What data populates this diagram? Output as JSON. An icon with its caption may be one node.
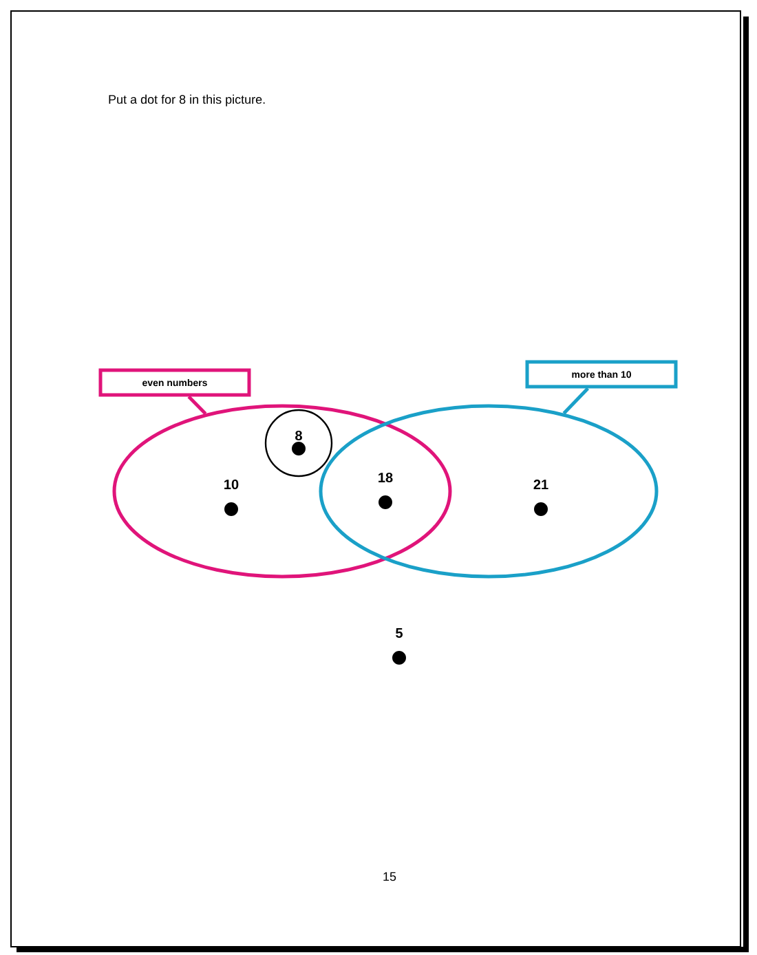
{
  "diagram": {
    "title": "Put a dot for 8 in this picture.",
    "nodes": [
      {
        "text": [
          "even numbers"
        ]
      },
      {
        "text": [],
        "shape": "ellipse"
      },
      {
        "text": [
          "more than 10"
        ]
      },
      {
        "text": [],
        "shape": "ellipse"
      },
      {
        "text": [
          "8"
        ],
        "in": 1
      }
    ],
    "edges": [
      {
        "from": 0,
        "to": 1,
        "arrow": "none",
        "color": "#e0147a"
      },
      {
        "from": 2,
        "to": 3,
        "arrow": "none",
        "color": "#1aa0c8"
      }
    ],
    "labels": [
      "10",
      "18",
      "21",
      "5",
      "15"
    ]
  }
}
